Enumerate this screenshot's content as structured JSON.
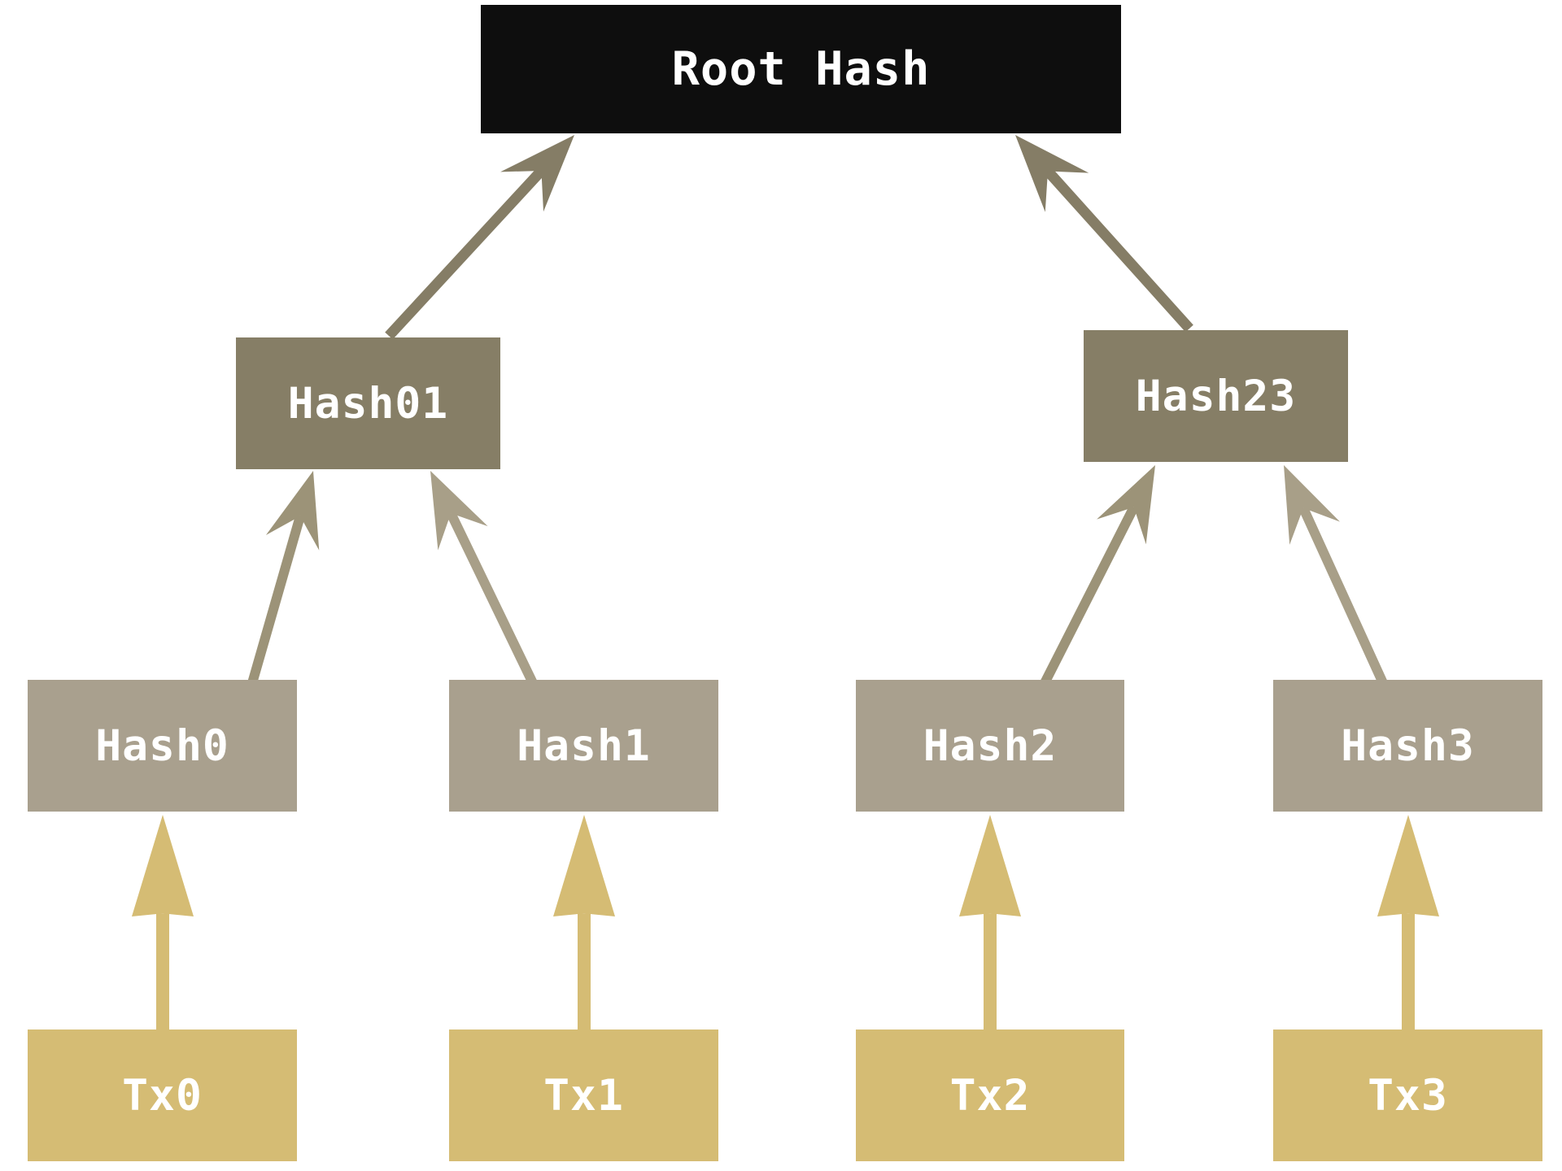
{
  "diagram": {
    "type": "merkle-tree",
    "nodes": {
      "root": {
        "label": "Root Hash",
        "level": "root"
      },
      "hash01": {
        "label": "Hash01",
        "level": "branch"
      },
      "hash23": {
        "label": "Hash23",
        "level": "branch"
      },
      "hash0": {
        "label": "Hash0",
        "level": "leaf-hash"
      },
      "hash1": {
        "label": "Hash1",
        "level": "leaf-hash"
      },
      "hash2": {
        "label": "Hash2",
        "level": "leaf-hash"
      },
      "hash3": {
        "label": "Hash3",
        "level": "leaf-hash"
      },
      "tx0": {
        "label": "Tx0",
        "level": "transaction"
      },
      "tx1": {
        "label": "Tx1",
        "level": "transaction"
      },
      "tx2": {
        "label": "Tx2",
        "level": "transaction"
      },
      "tx3": {
        "label": "Tx3",
        "level": "transaction"
      }
    },
    "edges": [
      {
        "from": "hash01",
        "to": "root"
      },
      {
        "from": "hash23",
        "to": "root"
      },
      {
        "from": "hash0",
        "to": "hash01"
      },
      {
        "from": "hash1",
        "to": "hash01"
      },
      {
        "from": "hash2",
        "to": "hash23"
      },
      {
        "from": "hash3",
        "to": "hash23"
      },
      {
        "from": "tx0",
        "to": "hash0"
      },
      {
        "from": "tx1",
        "to": "hash1"
      },
      {
        "from": "tx2",
        "to": "hash2"
      },
      {
        "from": "tx3",
        "to": "hash3"
      }
    ],
    "colors": {
      "background": "#ffffff",
      "root_box": "#0e0e0e",
      "branch_box": "#867e66",
      "leaf_hash_box": "#a9a08e",
      "tx_box": "#d5bc74",
      "root_arrow": "#857d66",
      "hash_arrow_left": "#9c9378",
      "hash_arrow_right": "#a89f88",
      "tx_arrow": "#d5bc74",
      "label_text": "#ffffff"
    }
  }
}
